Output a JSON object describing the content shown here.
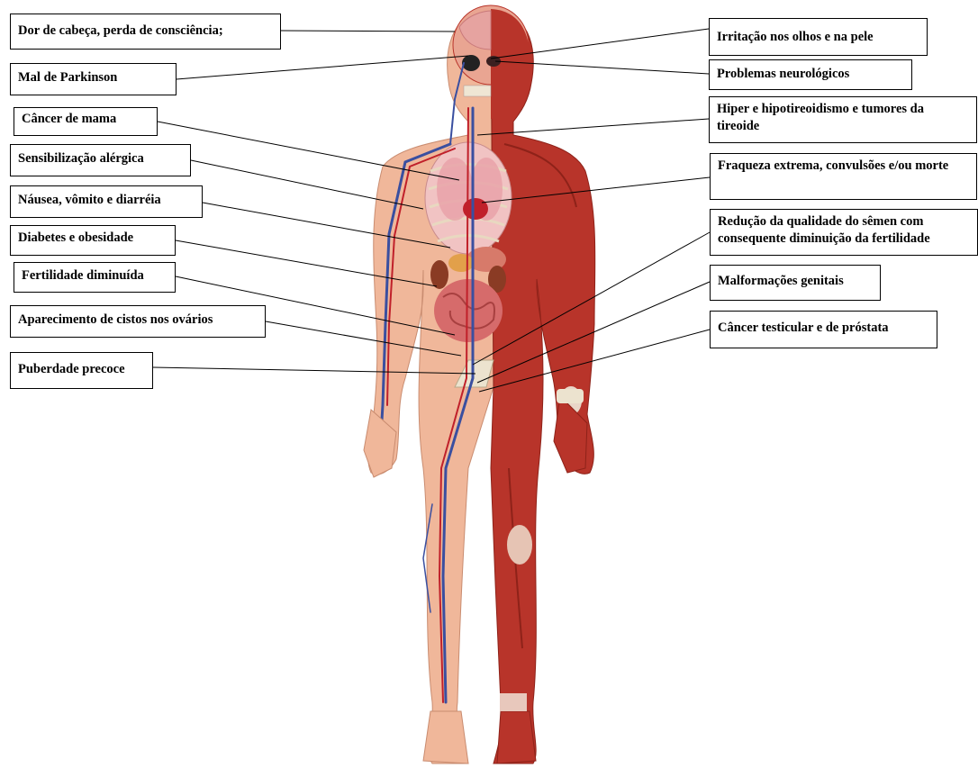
{
  "labels": {
    "headache": "Dor de cabeça, perda de consciência;",
    "parkinson": "Mal de Parkinson",
    "breast_cancer": "Câncer de mama",
    "allergic": "Sensibilização alérgica",
    "nausea": "Náusea, vômito e diarréia",
    "diabetes": "Diabetes e obesidade",
    "fertility": "Fertilidade diminuída",
    "cysts": "Aparecimento de cistos nos ovários",
    "puberty": "Puberdade precoce",
    "eye_skin": "Irritação nos olhos e na pele",
    "neuro": "Problemas neurológicos",
    "thyroid": "Hiper e hipotireoidismo e tumores da tireoide",
    "weakness": "Fraqueza extrema, convulsões e/ou morte",
    "semen": "Redução da qualidade do sêmen com consequente diminuição da fertilidade",
    "genital": "Malformações genitais",
    "testicular": "Câncer testicular e de próstata"
  },
  "colors": {
    "muscle": "#b8342a",
    "muscle_dark": "#8e2219",
    "skin": "#f0b79a",
    "vein": "#3a4fa0",
    "artery": "#c0202a",
    "organ": "#d06a6a",
    "bone": "#ece3cf"
  }
}
